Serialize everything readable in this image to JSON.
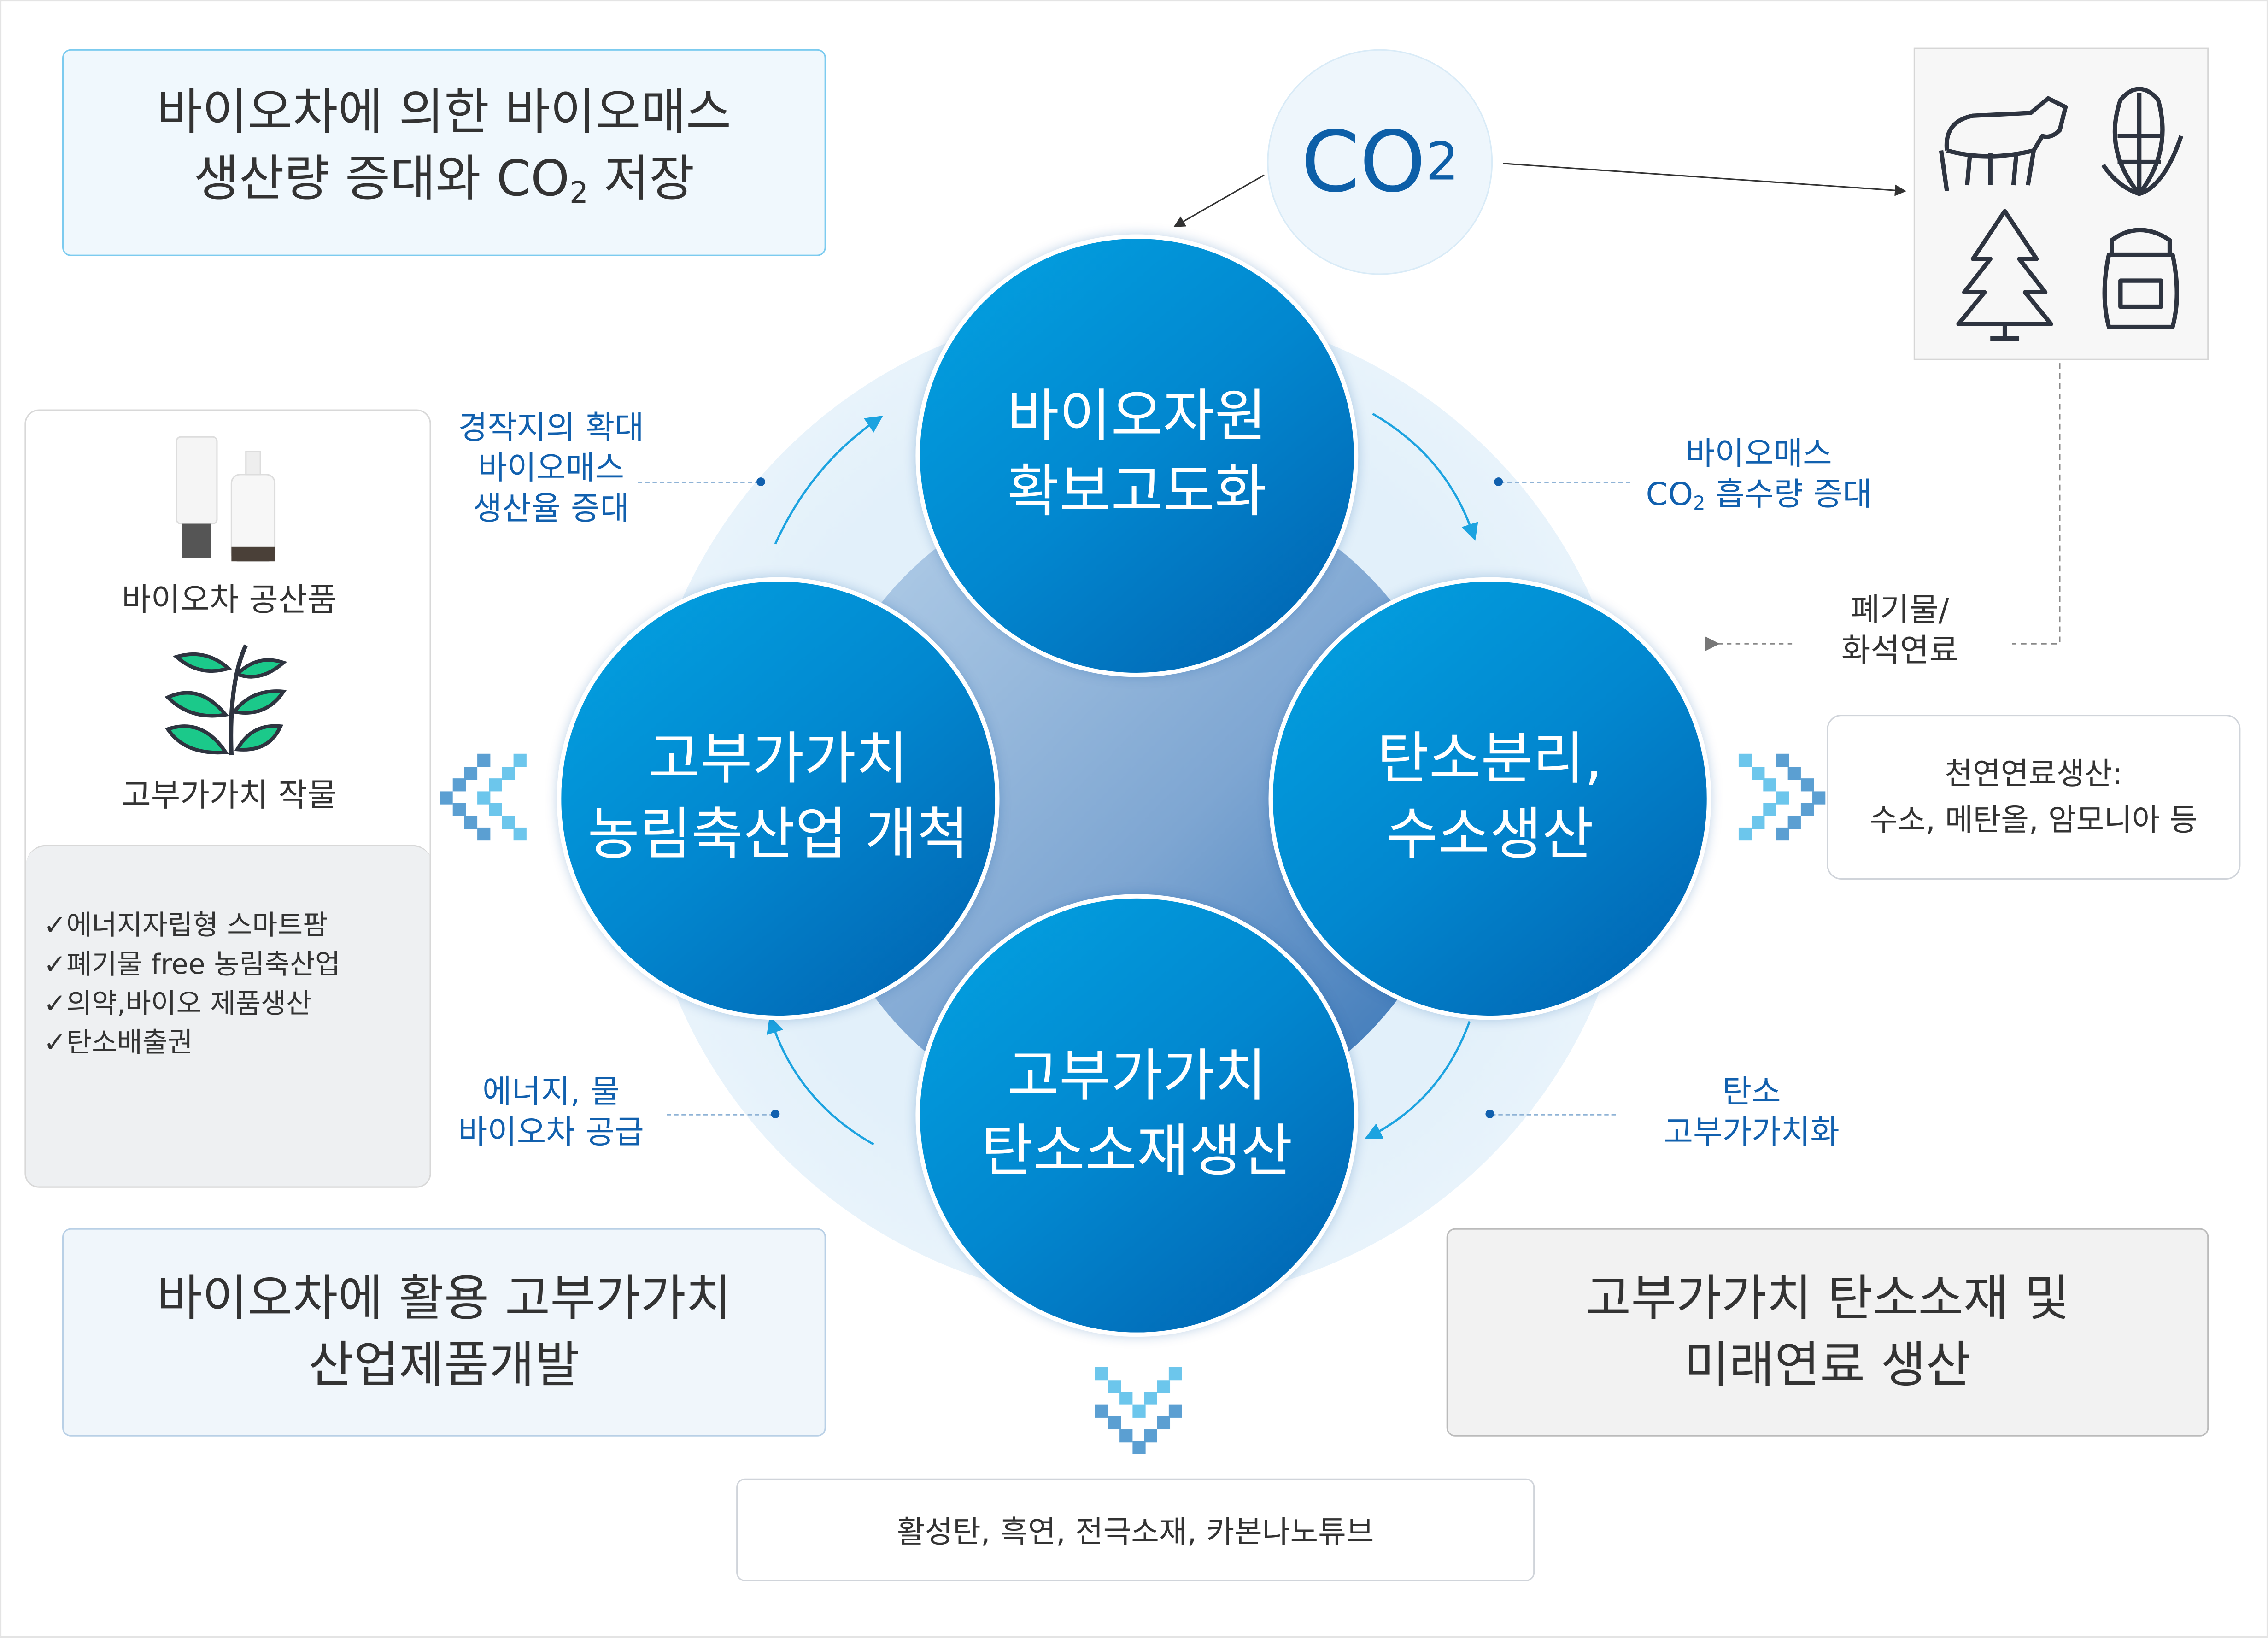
{
  "top_left_box": {
    "line1": "바이오차에 의한 바이오매스",
    "line2_pre": "생산량 증대와 CO",
    "line2_sub": "2",
    "line2_post": " 저장"
  },
  "co2": {
    "main": "CO",
    "sub": "2"
  },
  "circles": {
    "top": {
      "line1": "바이오자원",
      "line2": "확보고도화"
    },
    "left": {
      "line1": "고부가가치",
      "line2": "농림축산업 개척"
    },
    "right": {
      "line1": "탄소분리,",
      "line2": "수소생산"
    },
    "bottom": {
      "line1": "고부가가치",
      "line2": "탄소소재생산"
    }
  },
  "labels": {
    "top_left": [
      "경작지의 확대",
      "바이오매스",
      "생산율 증대"
    ],
    "top_right": {
      "line1": "바이오매스",
      "line2_pre": "CO",
      "line2_sub": "2",
      "line2_post": " 흡수량 증대"
    },
    "waste": [
      "폐기물/",
      "화석연료"
    ],
    "bottom_left": [
      "에너지, 물",
      "바이오차 공급"
    ],
    "bottom_right": [
      "탄소",
      "고부가가치화"
    ]
  },
  "left_panel": {
    "product_label": "바이오차 공산품",
    "crop_label": "고부가가치 작물",
    "checklist": [
      "에너지자립형 스마트팜",
      "폐기물 free 농림축산업",
      "의약,바이오 제품생산",
      "탄소배출권"
    ],
    "check_mark": "✓"
  },
  "right_box": {
    "line1": "천연연료생산:",
    "line2": "수소, 메탄올, 암모니아 등"
  },
  "bottom_left_box": {
    "line1": "바이오차에 활용 고부가가치",
    "line2": "산업제품개발"
  },
  "bottom_right_box": {
    "line1": "고부가가치 탄소소재 및",
    "line2": "미래연료 생산"
  },
  "bottom_center_box": {
    "text": "활성탄, 흑연, 전극소재, 카본나노튜브"
  },
  "colors": {
    "circle_start": "#03a3e2",
    "circle_end": "#0160ae",
    "label_blue": "#1160ae"
  }
}
